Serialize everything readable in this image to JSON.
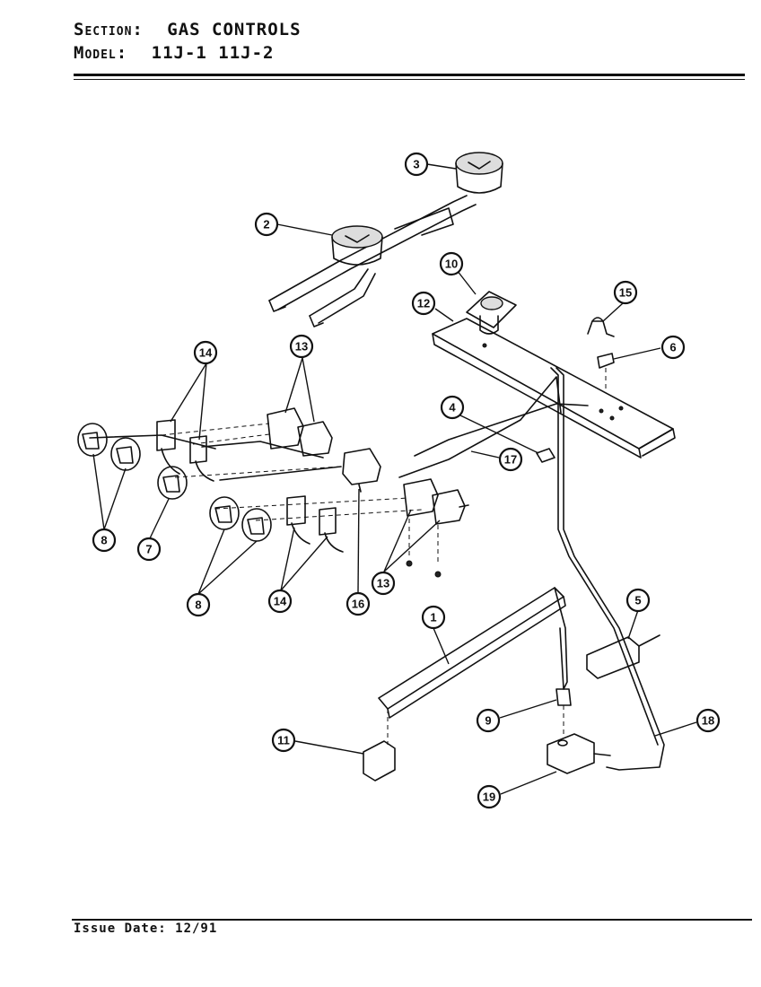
{
  "header": {
    "section_label": "Section:",
    "section_value": "GAS CONTROLS",
    "model_label": "Model:",
    "model_value": "11J-1  11J-2"
  },
  "footer": {
    "issue_date": "Issue Date: 12/91"
  },
  "callouts": [
    {
      "id": "c1",
      "label": "1"
    },
    {
      "id": "c2",
      "label": "2"
    },
    {
      "id": "c3",
      "label": "3"
    },
    {
      "id": "c4",
      "label": "4"
    },
    {
      "id": "c5",
      "label": "5"
    },
    {
      "id": "c6a",
      "label": "6"
    },
    {
      "id": "c7",
      "label": "7"
    },
    {
      "id": "c8a",
      "label": "8"
    },
    {
      "id": "c8b",
      "label": "8"
    },
    {
      "id": "c9",
      "label": "9"
    },
    {
      "id": "c10",
      "label": "10"
    },
    {
      "id": "c11",
      "label": "11"
    },
    {
      "id": "c12",
      "label": "12"
    },
    {
      "id": "c13a",
      "label": "13"
    },
    {
      "id": "c13b",
      "label": "13"
    },
    {
      "id": "c14a",
      "label": "14"
    },
    {
      "id": "c14b",
      "label": "14"
    },
    {
      "id": "c15",
      "label": "15"
    },
    {
      "id": "c16",
      "label": "16"
    },
    {
      "id": "c17",
      "label": "17"
    },
    {
      "id": "c18",
      "label": "18"
    },
    {
      "id": "c19",
      "label": "19"
    }
  ]
}
